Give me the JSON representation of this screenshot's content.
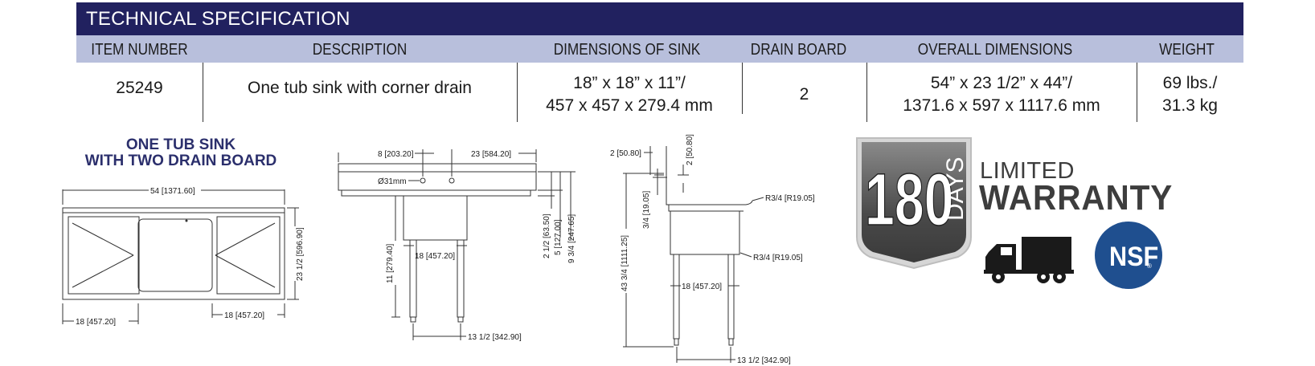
{
  "header": {
    "title": "TECHNICAL SPECIFICATION"
  },
  "columns": [
    "ITEM NUMBER",
    "DESCRIPTION",
    "DIMENSIONS OF SINK",
    "DRAIN BOARD",
    "OVERALL DIMENSIONS",
    "WEIGHT"
  ],
  "row": {
    "item_number": "25249",
    "description": "One tub sink with corner drain",
    "sink_dims_line1": "18” x 18” x 11”/",
    "sink_dims_line2": "457 x 457 x 279.4 mm",
    "drain_board": "2",
    "overall_line1": "54” x 23 1/2” x 44”/",
    "overall_line2": "1371.6 x 597 x 1117.6 mm",
    "weight_line1": "69 lbs./",
    "weight_line2": "31.3 kg"
  },
  "drawing_title": {
    "line1": "ONE TUB SINK",
    "line2": "WITH TWO DRAIN BOARD"
  },
  "top_view": {
    "overall_width": "54 [1371.60]",
    "depth": "23 1/2 [596.90]",
    "left_board": "18 [457.20]",
    "right_board": "18 [457.20]"
  },
  "front_view": {
    "offset": "8 [203.20]",
    "spacing": "23 [584.20]",
    "faucet_hole": "Ø31mm",
    "bowl_depth": "11 [279.40]",
    "bowl_width": "18 [457.20]",
    "dim_a": "2 1/2 [63.50]",
    "dim_b": "5 [127.00]",
    "dim_c": "9 3/4 [247.65]",
    "leg_spacing": "13 1/2 [342.90]"
  },
  "side_view": {
    "top_a": "2 [50.80]",
    "top_b": "2 [50.80]",
    "radius_top": "R3/4 [R19.05]",
    "radius_bottom": "R3/4 [R19.05]",
    "lip": "3/4 [19.05]",
    "height": "43 3/4 [1111.25]",
    "bowl_width": "18 [457.20]",
    "leg_spacing": "13 1/2 [342.90]"
  },
  "warranty": {
    "days_number": "180",
    "days_word": "DAYS",
    "limited": "LIMITED",
    "warranty": "WARRANTY",
    "nsf": "NSF",
    "nsf_mark": "®"
  },
  "colors": {
    "header_bg": "#21215f",
    "column_bg": "#b8bfdc",
    "title_blue": "#2b2f6c",
    "nsf_blue": "#1f4f8f"
  },
  "icons": [
    "truck-icon",
    "nsf-badge-icon",
    "180-days-shield-icon"
  ]
}
